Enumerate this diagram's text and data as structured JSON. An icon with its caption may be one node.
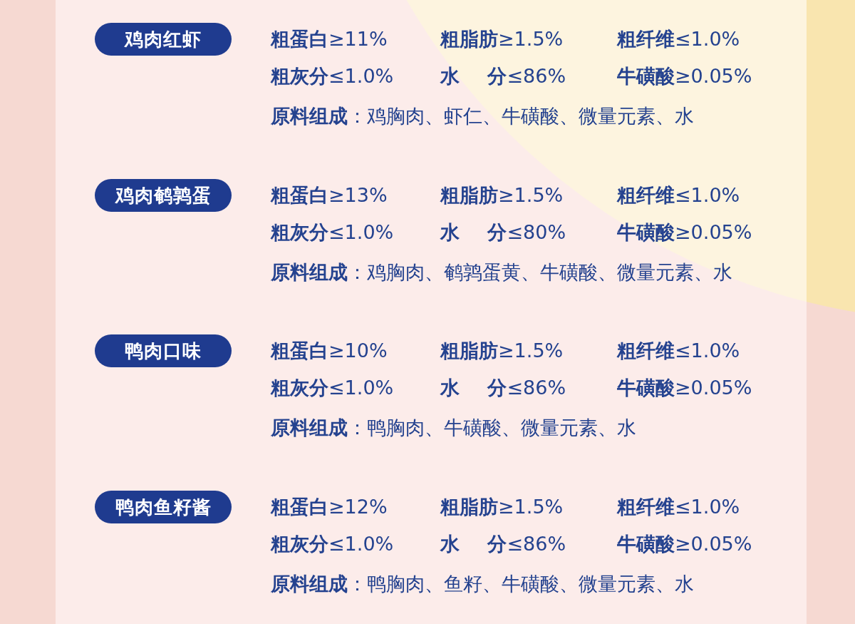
{
  "diagram": {
    "nodes": [
      {
        "text": [
          "鸡肉红虾"
        ]
      },
      {
        "text": [
          "鸡肉鹌鹑蛋"
        ]
      },
      {
        "text": [
          "鸭肉口味"
        ]
      },
      {
        "text": [
          "鸭肉鱼籽酱"
        ]
      }
    ],
    "labels": [
      "**粗蛋白**≥11%",
      "**粗脂肪**≥1.5%",
      "**粗纤维**≤1.0%",
      "**粗灰分**≤1.0%",
      "**水 分**≤86%",
      "**牛磺酸**≥0.05%",
      "**原料组成**：鸡胸肉、虾仁、牛磺酸、微量元素、水",
      "**粗蛋白**≥13%",
      "**粗脂肪**≥1.5%",
      "**粗纤维**≤1.0%",
      "**粗灰分**≤1.0%",
      "**水 分**≤80%",
      "**牛磺酸**≥0.05%",
      "**原料组成**：鸡胸肉、鹌鹑蛋黄、牛磺酸、微量元素、水",
      "**粗蛋白**≥10%",
      "**粗脂肪**≥1.5%",
      "**粗纤维**≤1.0%",
      "**粗灰分**≤1.0%",
      "**水 分**≤86%",
      "**牛磺酸**≥0.05%",
      "**原料组成**：鸭胸肉、牛磺酸、微量元素、水",
      "**粗蛋白**≥12%",
      "**粗脂肪**≥1.5%",
      "**粗纤维**≤1.0%",
      "**粗灰分**≤1.0%",
      "**水 分**≤86%",
      "**牛磺酸**≥0.05%",
      "**原料组成**：鸭胸肉、鱼籽、牛磺酸、微量元素、水"
    ]
  }
}
